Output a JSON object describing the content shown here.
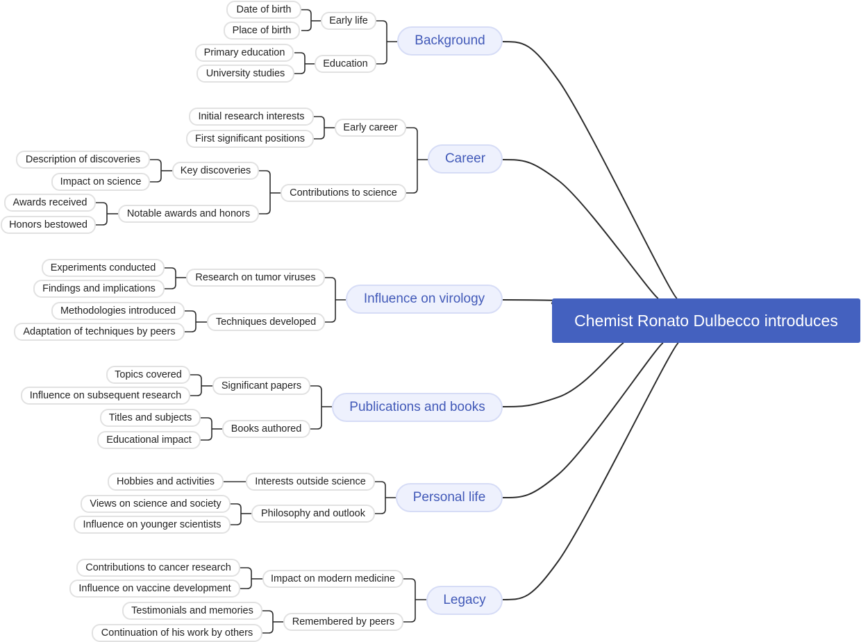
{
  "mindmap": {
    "root": "Chemist Ronato Dulbecco introduces",
    "topics": [
      {
        "label": "Background",
        "children": [
          {
            "label": "Early life",
            "children": [
              "Date of birth",
              "Place of birth"
            ]
          },
          {
            "label": "Education",
            "children": [
              "Primary education",
              "University studies"
            ]
          }
        ]
      },
      {
        "label": "Career",
        "children": [
          {
            "label": "Early career",
            "children": [
              "Initial research interests",
              "First significant positions"
            ]
          },
          {
            "label": "Contributions to science",
            "children": [
              {
                "label": "Key discoveries",
                "children": [
                  "Description of discoveries",
                  "Impact on science"
                ]
              },
              {
                "label": "Notable awards and honors",
                "children": [
                  "Awards received",
                  "Honors bestowed"
                ]
              }
            ]
          }
        ]
      },
      {
        "label": "Influence on virology",
        "children": [
          {
            "label": "Research on tumor viruses",
            "children": [
              "Experiments conducted",
              "Findings and implications"
            ]
          },
          {
            "label": "Techniques developed",
            "children": [
              "Methodologies introduced",
              "Adaptation of techniques by peers"
            ]
          }
        ]
      },
      {
        "label": "Publications and books",
        "children": [
          {
            "label": "Significant papers",
            "children": [
              "Topics covered",
              "Influence on subsequent research"
            ]
          },
          {
            "label": "Books authored",
            "children": [
              "Titles and subjects",
              "Educational impact"
            ]
          }
        ]
      },
      {
        "label": "Personal life",
        "children": [
          {
            "label": "Interests outside science",
            "children": [
              "Hobbies and activities"
            ]
          },
          {
            "label": "Philosophy and outlook",
            "children": [
              "Views on science and society",
              "Influence on younger scientists"
            ]
          }
        ]
      },
      {
        "label": "Legacy",
        "children": [
          {
            "label": "Impact on modern medicine",
            "children": [
              "Contributions to cancer research",
              "Influence on vaccine development"
            ]
          },
          {
            "label": "Remembered by peers",
            "children": [
              "Testimonials and memories",
              "Continuation of his work by others"
            ]
          }
        ]
      }
    ]
  },
  "colors": {
    "root_fill": "#4461bf",
    "root_text": "#ffffff",
    "topic_fill": "#eef1fd",
    "topic_border": "#d6dcf6",
    "topic_text": "#4159b8",
    "node_border": "#e1e1e1",
    "node_text": "#222222",
    "link": "#2b2b2b"
  }
}
